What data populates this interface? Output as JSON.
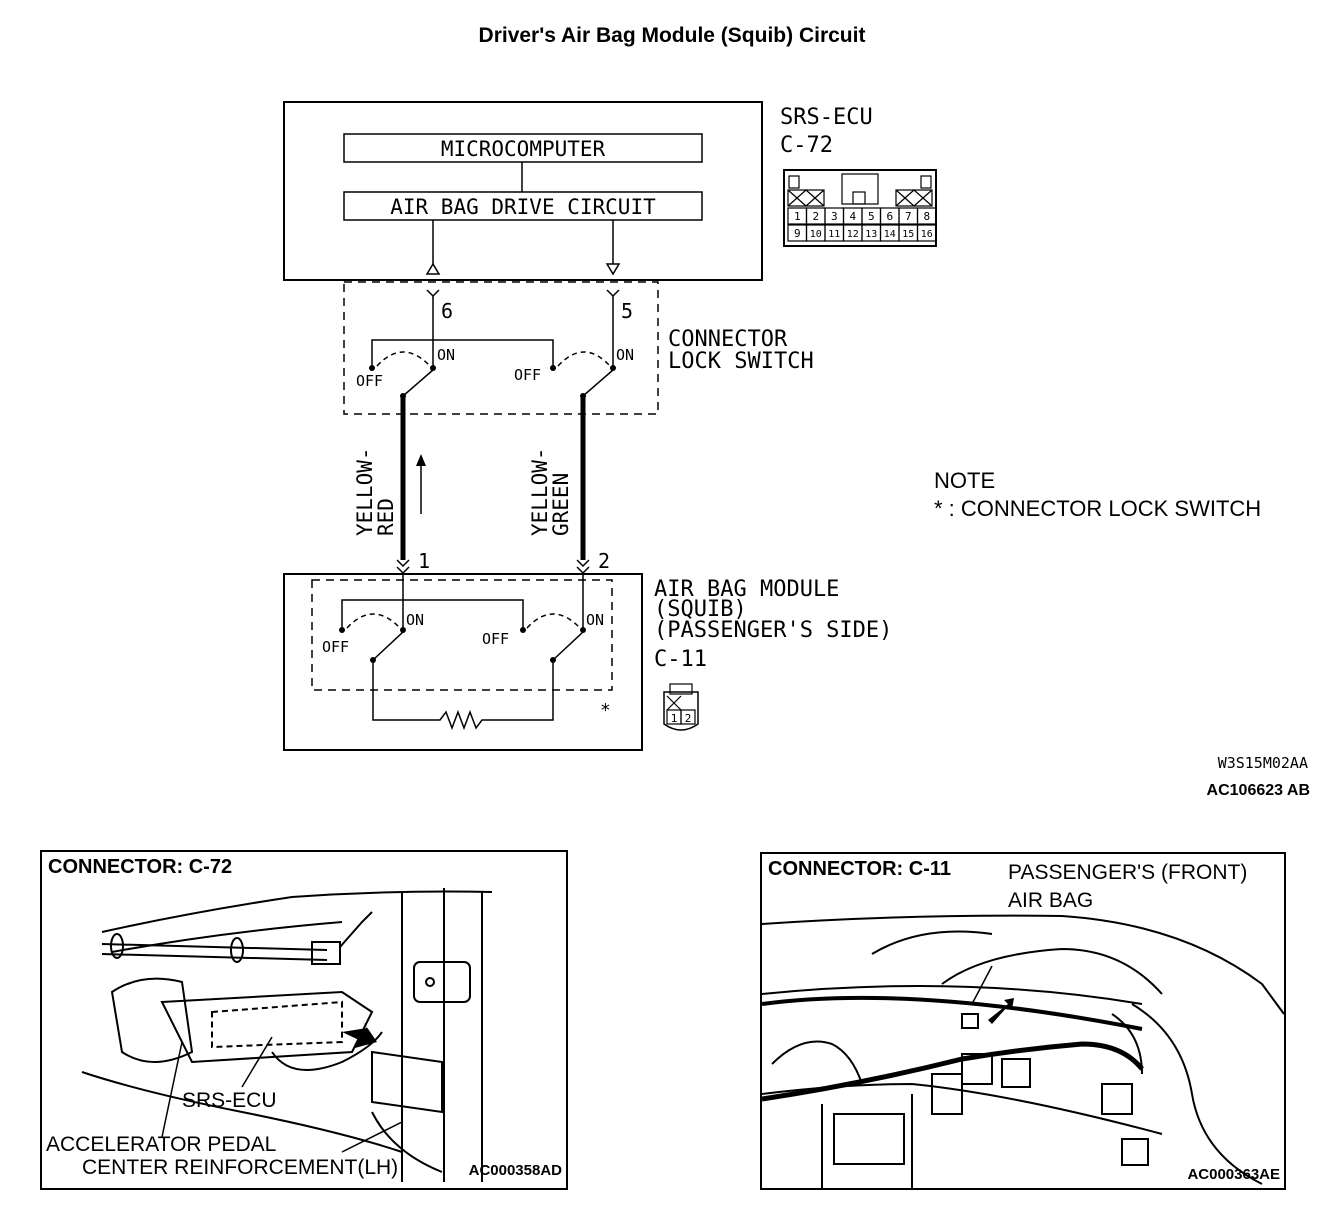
{
  "title": "Driver's Air Bag Module (Squib) Circuit",
  "ecu": {
    "label": "SRS-ECU",
    "connector": "C-72",
    "microcomputer": "MICROCOMPUTER",
    "drive_circuit": "AIR BAG DRIVE CIRCUIT",
    "pins_top": [
      "1",
      "2",
      "3",
      "4",
      "5",
      "6",
      "7",
      "8"
    ],
    "pins_bottom": [
      "9",
      "10",
      "11",
      "12",
      "13",
      "14",
      "15",
      "16"
    ]
  },
  "lock_switch": {
    "label_line1": "CONNECTOR",
    "label_line2": "LOCK SWITCH",
    "pin_left": "6",
    "pin_right": "5",
    "on": "ON",
    "off": "OFF"
  },
  "wires": {
    "left_line1": "YELLOW-",
    "left_line2": "RED",
    "right_line1": "YELLOW-",
    "right_line2": "GREEN"
  },
  "module": {
    "label_line1": "AIR BAG MODULE",
    "label_line2": "(SQUIB)",
    "label_line3": "(PASSENGER'S SIDE)",
    "connector": "C-11",
    "pin_left": "1",
    "pin_right": "2",
    "asterisk": "*",
    "conn_pins": [
      "1",
      "2"
    ]
  },
  "note": {
    "heading": "NOTE",
    "text": "* : CONNECTOR LOCK SWITCH"
  },
  "codes": {
    "code1": "W3S15M02AA",
    "code2": "AC106623 AB"
  },
  "panel_left": {
    "title": "CONNECTOR: C-72",
    "label_ecu": "SRS-ECU",
    "label_pedal": "ACCELERATOR PEDAL",
    "label_reinf": "CENTER REINFORCEMENT(LH)",
    "code": "AC000358AD"
  },
  "panel_right": {
    "title": "CONNECTOR: C-11",
    "label_line1": "PASSENGER'S (FRONT)",
    "label_line2": "AIR BAG",
    "code": "AC000363AE"
  }
}
